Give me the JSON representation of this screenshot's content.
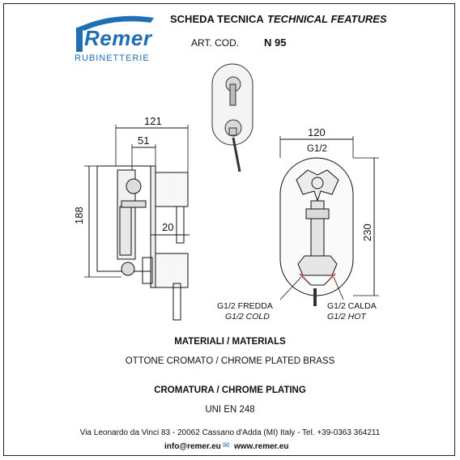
{
  "header": {
    "brand": "Remer",
    "brand_sub": "RUBINETTERIE",
    "title_it": "SCHEDA TECNICA",
    "title_en": "TECHNICAL FEATURES",
    "art_label": "ART. COD.",
    "art_code": "N 95"
  },
  "drawing": {
    "dims": {
      "w121": "121",
      "w51": "51",
      "w20": "20",
      "h188": "188",
      "w120": "120",
      "thread_top": "G1/2",
      "h230": "230"
    },
    "cold_it": "G1/2 FREDDA",
    "cold_en": "G1/2 COLD",
    "hot_it": "G1/2 CALDA",
    "hot_en": "G1/2 HOT"
  },
  "materials": {
    "heading": "MATERIALI / MATERIALS",
    "value": "OTTONE CROMATO / CHROME PLATED BRASS"
  },
  "plating": {
    "heading": "CROMATURA / CHROME PLATING",
    "value": "UNI EN 248"
  },
  "footer": {
    "address": "Via Leonardo da Vinci 83 - 20062 Cassano d'Adda (MI) Italy - Tel. +39-0363 364211",
    "email": "info@remer.eu",
    "website": "www.remer.eu"
  },
  "colors": {
    "brand_blue": "#1f6fb2"
  }
}
